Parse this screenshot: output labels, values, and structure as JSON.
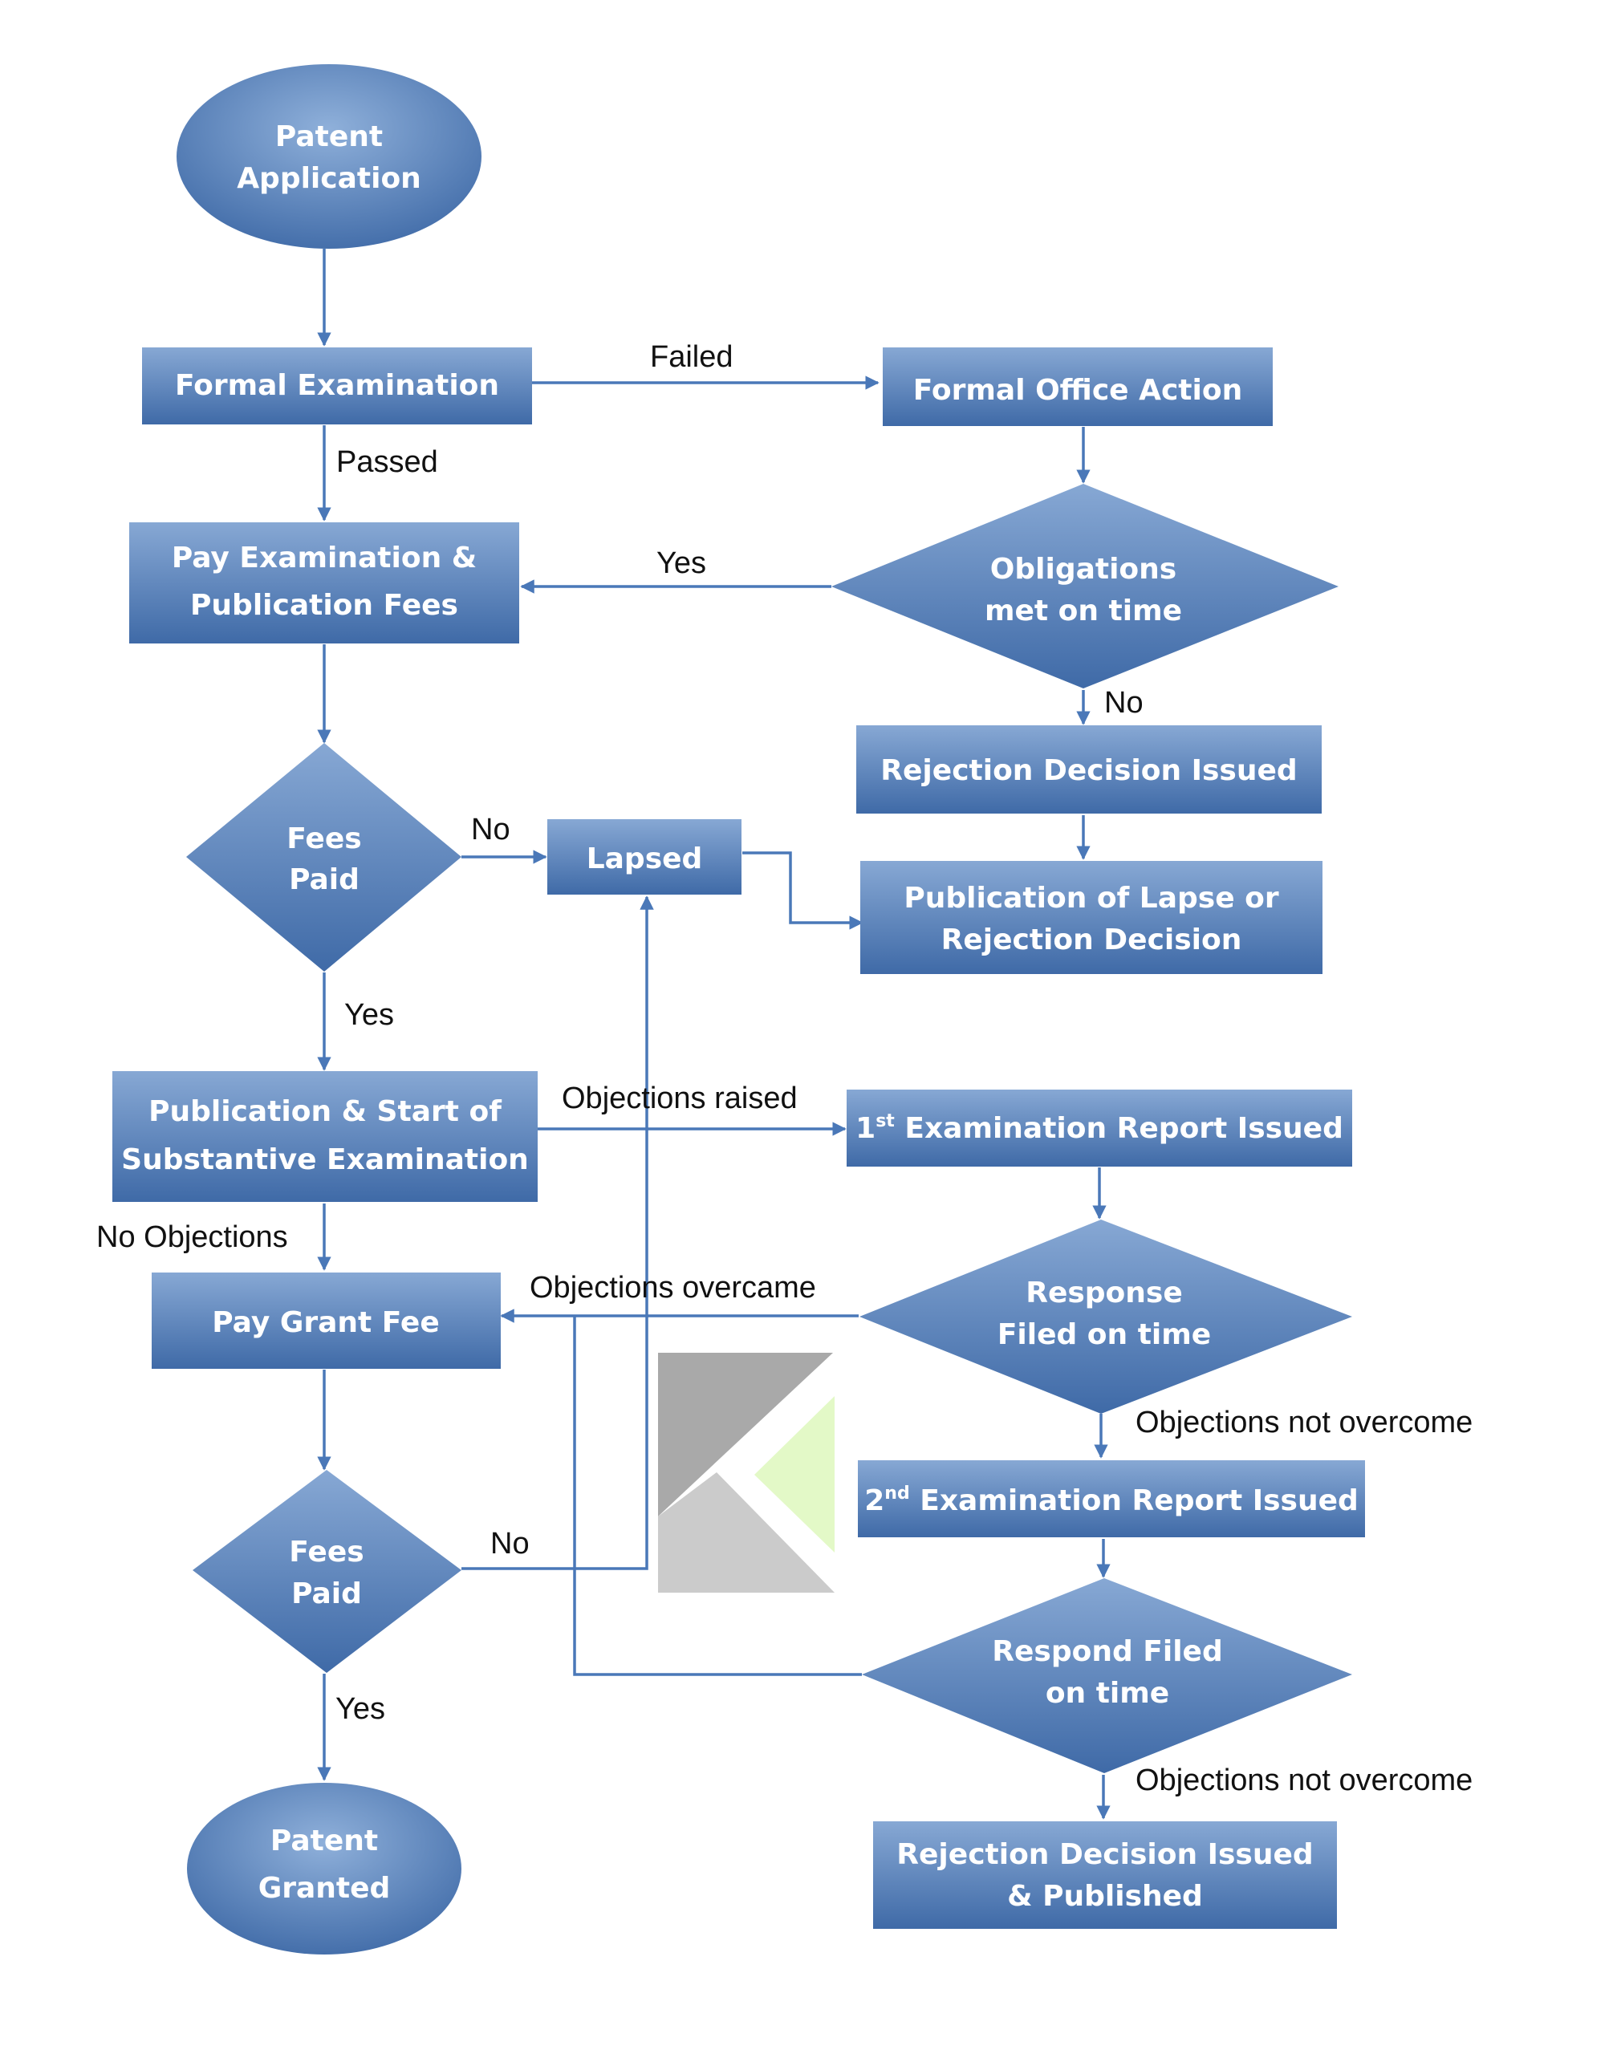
{
  "colors": {
    "node_top": "#87a8d4",
    "node_bottom": "#3f6aa7",
    "connector": "#4a78b8",
    "logo_dark": "#a9a9a9",
    "logo_light": "#cbcbcb",
    "logo_accent": "#e3f9c7"
  },
  "nodes": {
    "patent_application": [
      "Patent",
      "Application"
    ],
    "formal_examination": [
      "Formal Examination"
    ],
    "formal_office_action": [
      "Formal Office Action"
    ],
    "obligations_met": [
      "Obligations",
      "met on time"
    ],
    "pay_exam_fees": [
      "Pay Examination &",
      "Publication Fees"
    ],
    "rejection_decision_1": [
      "Rejection Decision Issued"
    ],
    "fees_paid_1": [
      "Fees",
      "Paid"
    ],
    "lapsed": [
      "Lapsed"
    ],
    "publication_lapse": [
      "Publication of Lapse or",
      "Rejection Decision"
    ],
    "publication_start": [
      "Publication & Start of",
      "Substantive Examination"
    ],
    "first_report": {
      "num": "1",
      "sup": "st",
      "rest": " Examination Report Issued"
    },
    "response_filed": [
      "Response",
      "Filed on time"
    ],
    "pay_grant_fee": [
      "Pay Grant Fee"
    ],
    "second_report": {
      "num": "2",
      "sup": "nd",
      "rest": " Examination Report Issued"
    },
    "fees_paid_2": [
      "Fees",
      "Paid"
    ],
    "respond_filed": [
      "Respond Filed",
      "on time"
    ],
    "patent_granted": [
      "Patent",
      "Granted"
    ],
    "rejection_published": [
      "Rejection Decision Issued",
      "& Published"
    ]
  },
  "edge_labels": {
    "failed": "Failed",
    "passed": "Passed",
    "yes_obligations": "Yes",
    "no_obligations": "No",
    "no_fees_1": "No",
    "yes_fees_1": "Yes",
    "objections_raised": "Objections raised",
    "no_objections": "No Objections",
    "objections_overcame": "Objections overcame",
    "objections_not_overcome_1": "Objections not overcome",
    "no_fees_2": "No",
    "yes_fees_2": "Yes",
    "objections_not_overcome_2": "Objections not overcome"
  },
  "logo": "kinoti-style-k-mark"
}
